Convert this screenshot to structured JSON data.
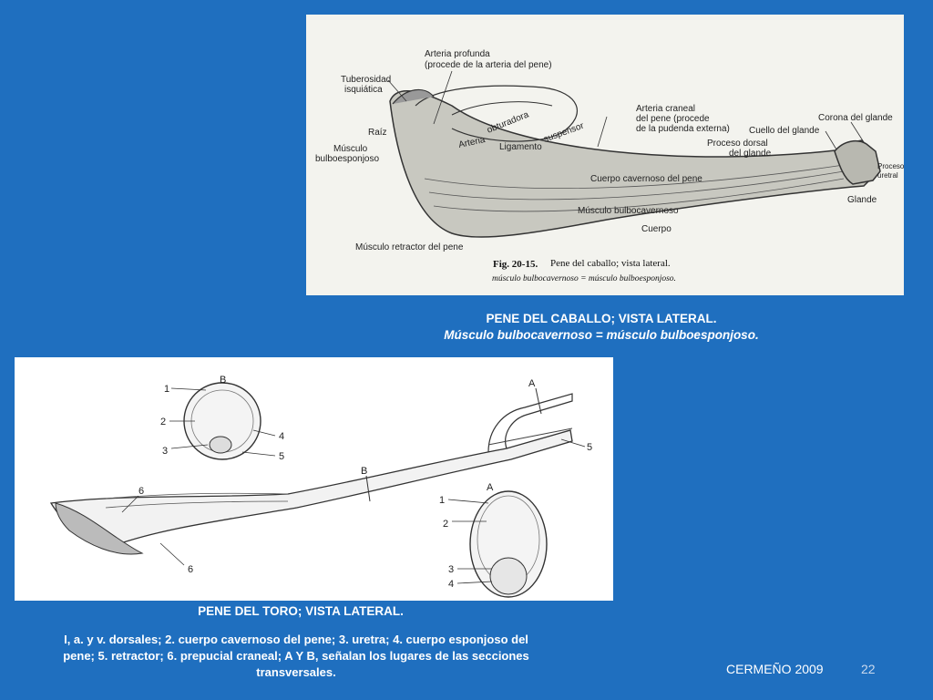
{
  "horse_figure": {
    "labels": {
      "arteria_profunda_1": "Arteria profunda",
      "arteria_profunda_2": "(procede de la arteria del pene)",
      "tuberosidad_1": "Tuberosidad",
      "tuberosidad_2": "isquiática",
      "raiz": "Raíz",
      "musculo_bulbo_1": "Músculo",
      "musculo_bulbo_2": "bulboesponjoso",
      "arteria_obturadora_1": "Arteria",
      "arteria_obturadora_2": "obturadora",
      "ligamento_1": "Ligamento",
      "ligamento_2": "suspensor",
      "arteria_craneal_1": "Arteria craneal",
      "arteria_craneal_2": "del pene (procede",
      "arteria_craneal_3": "de la pudenda externa)",
      "cuello_glande": "Cuello del glande",
      "corona_glande": "Corona del glande",
      "proceso_dorsal_1": "Proceso dorsal",
      "proceso_dorsal_2": "del glande",
      "proceso_uretral_1": "Proceso",
      "proceso_uretral_2": "uretral",
      "cuerpo_cavernoso": "Cuerpo cavernoso del pene",
      "glande": "Glande",
      "musculo_bulbocavernoso": "Músculo bulbocavernoso",
      "cuerpo": "Cuerpo",
      "musculo_retractor": "Músculo retractor del pene",
      "fig_number": "Fig. 20-15.",
      "fig_title": "Pene del caballo; vista lateral.",
      "fig_note": "músculo bulbocavernoso = músculo bulboesponjoso."
    }
  },
  "horse_caption": {
    "title": "PENE DEL CABALLO; VISTA LATERAL.",
    "subtitle": "Músculo bulbocavernoso = músculo bulboesponjoso."
  },
  "bull_figure": {
    "labels": {
      "section_b": "B",
      "section_a": "A",
      "b_1": "1",
      "b_2": "2",
      "b_3": "3",
      "b_4": "4",
      "b_5": "5",
      "a_1": "1",
      "a_2": "2",
      "a_3": "3",
      "a_4": "4",
      "marker_a": "A",
      "marker_b": "B",
      "n5": "5",
      "n6_top": "6",
      "n6_bottom": "6"
    }
  },
  "bull_caption": {
    "title": "PENE DEL TORO; VISTA LATERAL.",
    "body": "I, a. y v. dorsales; 2. cuerpo cavernoso del pene; 3. uretra; 4. cuerpo esponjoso del pene; 5. retractor; 6. prepucial craneal; A Y B, señalan los lugares de las secciones transversales."
  },
  "footer": {
    "author": "CERMEÑO 2009",
    "page": "22"
  },
  "colors": {
    "background": "#1f6fbf",
    "caption_text": "#ffffff"
  }
}
